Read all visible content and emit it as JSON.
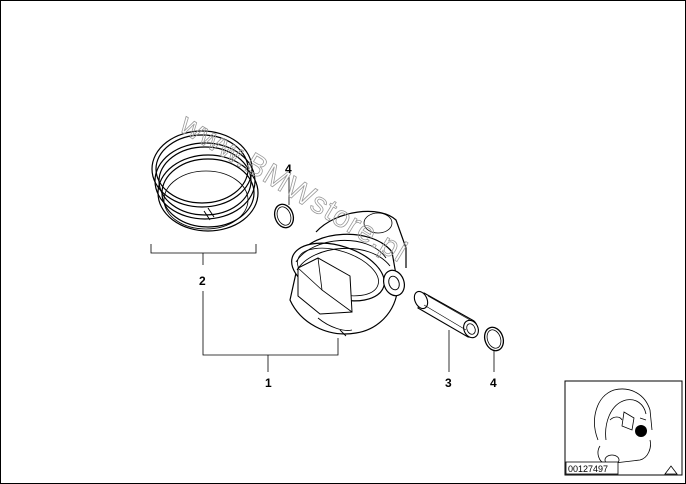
{
  "diagram": {
    "callouts": [
      {
        "id": "piston",
        "label": "1"
      },
      {
        "id": "rings",
        "label": "2"
      },
      {
        "id": "pin",
        "label": "3"
      },
      {
        "id": "clip-top",
        "label": "4"
      },
      {
        "id": "clip-right",
        "label": "4"
      }
    ],
    "watermark": "www.BMWstore.pl",
    "diagram_id": "00127497",
    "colors": {
      "line": "#000000",
      "marker": "#000000",
      "watermark": "#9a9a9a"
    }
  }
}
